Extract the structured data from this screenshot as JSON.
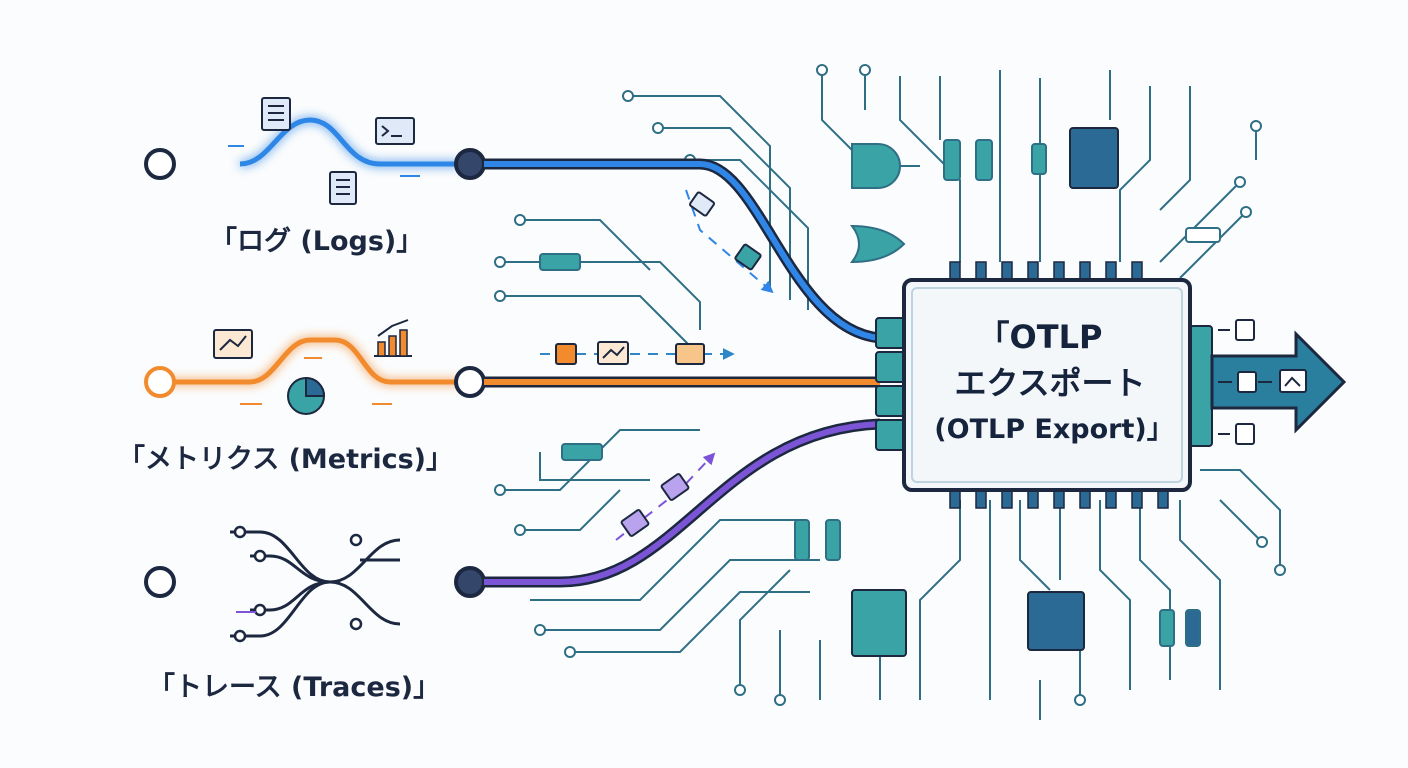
{
  "inputs": {
    "logs": {
      "label": "「ログ (Logs)」",
      "color": "#2f86e6"
    },
    "metrics": {
      "label": "「メトリクス (Metrics)」",
      "color": "#f28a2e"
    },
    "traces": {
      "label": "「トレース (Traces)」",
      "color": "#7b55d6"
    }
  },
  "processor": {
    "line1": "「OTLP",
    "line2": "エクスポート",
    "line3": "(OTLP Export)」"
  },
  "colors": {
    "circuit": "#2f6f86",
    "chip_border": "#1c2740",
    "chip_fill": "#f3f7fa",
    "component_teal": "#3aa3a6",
    "component_navy": "#2a6a94"
  },
  "icons": {
    "logs": [
      "document-icon",
      "terminal-icon",
      "document-icon"
    ],
    "metrics": [
      "line-chart-icon",
      "bar-chart-icon",
      "pie-chart-icon"
    ],
    "output": [
      "document-icon",
      "chart-icon"
    ]
  }
}
